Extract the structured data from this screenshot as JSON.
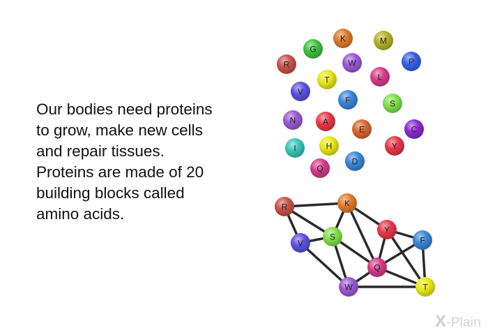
{
  "text": "Our bodies need proteins\nto grow, make new cells\nand repair tissues.\nProteins are made of 20\nbuilding blocks called\namino acids.",
  "colors": {
    "red": "#c8524a",
    "green": "#3fc23f",
    "orange": "#e07a2c",
    "olive": "#b3b32a",
    "purple": "#9b59d6",
    "blue": "#3a5fe0",
    "magenta": "#d63c8a",
    "yellow": "#e8e817",
    "lightblue": "#3a86d8",
    "lime": "#7fe04a",
    "violet": "#8a2ad0",
    "crimson": "#e8384a",
    "teal": "#3ac4b8",
    "indigo": "#5a50e0",
    "orangeBrown": "#d9662e"
  },
  "amino_acids": [
    {
      "letter": "K",
      "color": "orange"
    },
    {
      "letter": "M",
      "color": "olive"
    },
    {
      "letter": "G",
      "color": "green"
    },
    {
      "letter": "R",
      "color": "red"
    },
    {
      "letter": "W",
      "color": "purple"
    },
    {
      "letter": "P",
      "color": "blue"
    },
    {
      "letter": "T",
      "color": "yellow"
    },
    {
      "letter": "L",
      "color": "magenta"
    },
    {
      "letter": "V",
      "color": "indigo"
    },
    {
      "letter": "F",
      "color": "lightblue"
    },
    {
      "letter": "S",
      "color": "lime"
    },
    {
      "letter": "N",
      "color": "purple"
    },
    {
      "letter": "A",
      "color": "crimson"
    },
    {
      "letter": "E",
      "color": "orangeBrown"
    },
    {
      "letter": "C",
      "color": "violet"
    },
    {
      "letter": "I",
      "color": "teal"
    },
    {
      "letter": "H",
      "color": "yellow"
    },
    {
      "letter": "Y",
      "color": "crimson"
    },
    {
      "letter": "D",
      "color": "lightblue"
    },
    {
      "letter": "Q",
      "color": "magenta"
    }
  ],
  "network": {
    "nodes": [
      {
        "id": "R",
        "color": "red"
      },
      {
        "id": "K",
        "color": "orange"
      },
      {
        "id": "S",
        "color": "lime"
      },
      {
        "id": "Y",
        "color": "crimson"
      },
      {
        "id": "F",
        "color": "lightblue"
      },
      {
        "id": "V",
        "color": "indigo"
      },
      {
        "id": "Q",
        "color": "magenta"
      },
      {
        "id": "W",
        "color": "purple"
      },
      {
        "id": "T",
        "color": "yellow"
      }
    ],
    "edges": [
      [
        "R",
        "K"
      ],
      [
        "R",
        "S"
      ],
      [
        "R",
        "V"
      ],
      [
        "K",
        "S"
      ],
      [
        "K",
        "Y"
      ],
      [
        "K",
        "Q"
      ],
      [
        "V",
        "S"
      ],
      [
        "V",
        "W"
      ],
      [
        "S",
        "Q"
      ],
      [
        "S",
        "W"
      ],
      [
        "Y",
        "Q"
      ],
      [
        "Y",
        "F"
      ],
      [
        "Y",
        "T"
      ],
      [
        "F",
        "Q"
      ],
      [
        "F",
        "T"
      ],
      [
        "Q",
        "W"
      ],
      [
        "Q",
        "T"
      ],
      [
        "W",
        "T"
      ]
    ]
  },
  "logo": {
    "mark": "X",
    "text": "-Plain"
  }
}
